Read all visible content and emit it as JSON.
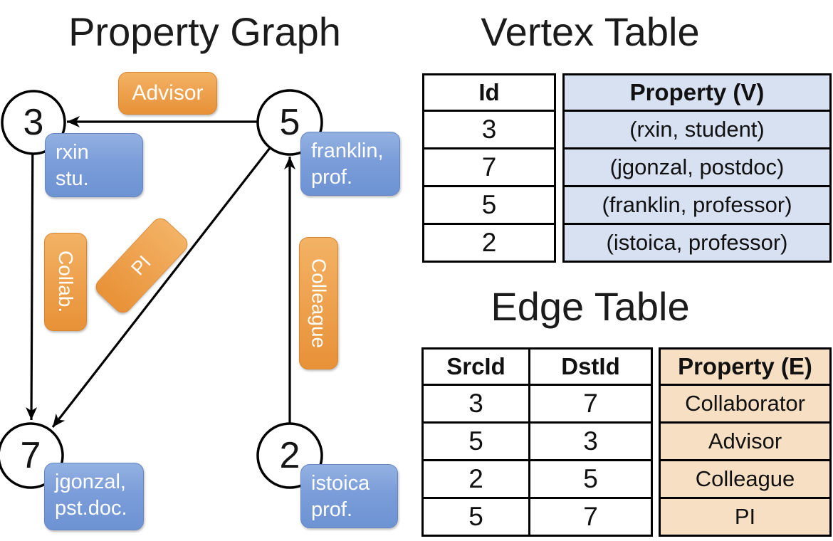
{
  "titles": {
    "property_graph": "Property Graph",
    "vertex_table": "Vertex Table",
    "edge_table": "Edge Table"
  },
  "colors": {
    "edge_label_orange": "#EFA14C",
    "vertex_label_blue": "#7E9FD9",
    "vertex_property_fill": "#D7E1F2",
    "edge_property_fill": "#F7DFC4",
    "stroke": "#000000"
  },
  "graph": {
    "nodes": {
      "n3": {
        "id": "3",
        "label_line1": "rxin",
        "label_line2": "stu."
      },
      "n5": {
        "id": "5",
        "label_line1": "franklin,",
        "label_line2": "prof."
      },
      "n7": {
        "id": "7",
        "label_line1": "jgonzal,",
        "label_line2": "pst.doc."
      },
      "n2": {
        "id": "2",
        "label_line1": "istoica",
        "label_line2": "prof."
      }
    },
    "edge_labels": {
      "advisor": "Advisor",
      "collab": "Collab.",
      "pi": "PI",
      "colleague": "Colleague"
    }
  },
  "vertex_table": {
    "headers": {
      "id": "Id",
      "property": "Property (V)"
    },
    "rows": [
      {
        "id": "3",
        "property": "(rxin, student)"
      },
      {
        "id": "7",
        "property": "(jgonzal, postdoc)"
      },
      {
        "id": "5",
        "property": "(franklin, professor)"
      },
      {
        "id": "2",
        "property": "(istoica, professor)"
      }
    ]
  },
  "edge_table": {
    "headers": {
      "src": "SrcId",
      "dst": "DstId",
      "property": "Property (E)"
    },
    "rows": [
      {
        "src": "3",
        "dst": "7",
        "property": "Collaborator"
      },
      {
        "src": "5",
        "dst": "3",
        "property": "Advisor"
      },
      {
        "src": "2",
        "dst": "5",
        "property": "Colleague"
      },
      {
        "src": "5",
        "dst": "7",
        "property": "PI"
      }
    ]
  }
}
